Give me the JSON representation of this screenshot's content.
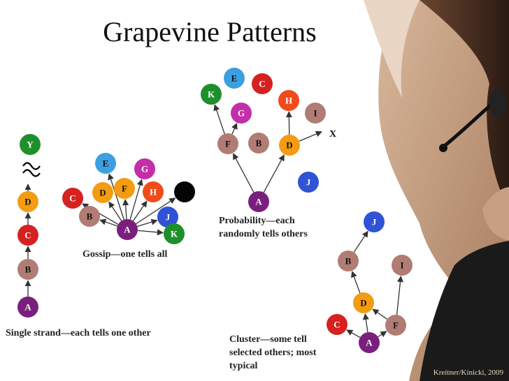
{
  "title": "Grapevine Patterns",
  "credit": "Kreitner/Kinicki, 2009",
  "colors": {
    "purple": "#7a1f7d",
    "brown": "#b07c73",
    "red": "#d62121",
    "orange": "#f39c12",
    "green": "#1f8f2a",
    "blue": "#2f52d6",
    "sky": "#3d9fe0",
    "magenta": "#c42ea8",
    "vermilion": "#f04b1c",
    "black": "#050505",
    "edge": "#333333"
  },
  "patterns": {
    "single_strand": {
      "caption": "Single strand—each tells one other",
      "nodes": [
        {
          "id": "ss-A",
          "label": "A",
          "color": "purple"
        },
        {
          "id": "ss-B",
          "label": "B",
          "color": "brown"
        },
        {
          "id": "ss-C",
          "label": "C",
          "color": "red"
        },
        {
          "id": "ss-D",
          "label": "D",
          "color": "orange"
        },
        {
          "id": "ss-Y",
          "label": "Y",
          "color": "green"
        }
      ]
    },
    "gossip": {
      "caption": "Gossip—one tells all",
      "nodes": [
        {
          "id": "go-A",
          "label": "A",
          "color": "purple"
        },
        {
          "id": "go-B",
          "label": "B",
          "color": "brown"
        },
        {
          "id": "go-C",
          "label": "C",
          "color": "red"
        },
        {
          "id": "go-D",
          "label": "D",
          "color": "orange"
        },
        {
          "id": "go-E",
          "label": "E",
          "color": "sky"
        },
        {
          "id": "go-F",
          "label": "F",
          "color": "orange"
        },
        {
          "id": "go-G",
          "label": "G",
          "color": "magenta"
        },
        {
          "id": "go-H",
          "label": "H",
          "color": "vermilion"
        },
        {
          "id": "go-blank",
          "label": "",
          "color": "black"
        },
        {
          "id": "go-J",
          "label": "J",
          "color": "blue"
        },
        {
          "id": "go-K",
          "label": "K",
          "color": "green"
        }
      ]
    },
    "probability": {
      "caption": "Probability—each randomly tells others",
      "nodes": [
        {
          "id": "pr-A",
          "label": "A",
          "color": "purple"
        },
        {
          "id": "pr-F",
          "label": "F",
          "color": "brown"
        },
        {
          "id": "pr-B",
          "label": "B",
          "color": "brown"
        },
        {
          "id": "pr-D",
          "label": "D",
          "color": "orange"
        },
        {
          "id": "pr-K",
          "label": "K",
          "color": "green"
        },
        {
          "id": "pr-G",
          "label": "G",
          "color": "magenta"
        },
        {
          "id": "pr-E",
          "label": "E",
          "color": "sky"
        },
        {
          "id": "pr-C",
          "label": "C",
          "color": "red"
        },
        {
          "id": "pr-H",
          "label": "H",
          "color": "vermilion"
        },
        {
          "id": "pr-I",
          "label": "I",
          "color": "brown"
        },
        {
          "id": "pr-J",
          "label": "J",
          "color": "blue"
        }
      ],
      "x_label": "X"
    },
    "cluster": {
      "caption": "Cluster—some tell selected others; most typical",
      "nodes": [
        {
          "id": "cl-A",
          "label": "A",
          "color": "purple"
        },
        {
          "id": "cl-C",
          "label": "C",
          "color": "red"
        },
        {
          "id": "cl-D",
          "label": "D",
          "color": "orange"
        },
        {
          "id": "cl-F",
          "label": "F",
          "color": "brown"
        },
        {
          "id": "cl-B",
          "label": "B",
          "color": "brown"
        },
        {
          "id": "cl-I",
          "label": "I",
          "color": "brown"
        },
        {
          "id": "cl-J",
          "label": "J",
          "color": "blue"
        }
      ]
    }
  }
}
